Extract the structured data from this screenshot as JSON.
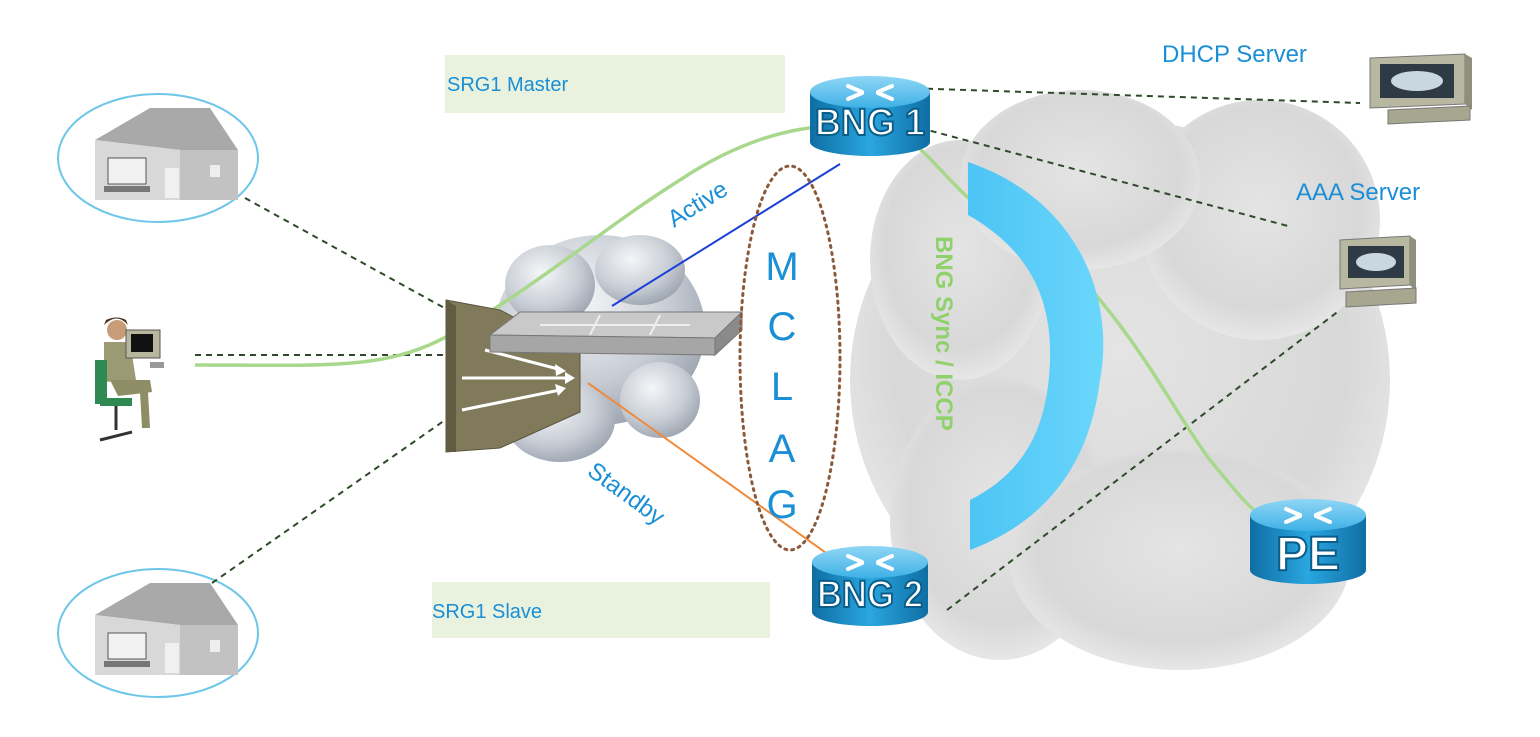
{
  "labels": {
    "srg_master": "SRG1 Master",
    "srg_slave": "SRG1 Slave",
    "dhcp_server": "DHCP Server",
    "aaa_server": "AAA Server",
    "active": "Active",
    "standby": "Standby",
    "mclag_letters": [
      "M",
      "C",
      "L",
      "A",
      "G"
    ],
    "sync": "BNG Sync / ICCP"
  },
  "routers": {
    "bng1": "BNG 1",
    "bng2": "BNG 2",
    "pe": "PE"
  },
  "colors": {
    "label_blue": "#1a8fd6",
    "sync_green": "#8fd16a",
    "band_green": "#e9f2df",
    "active_link": "#1c3fd8",
    "standby_link": "#f08a3c",
    "dashed_link": "#2f4a2a",
    "arc_fill": "#5ccdf8",
    "mclag_ring": "#8b5a3c",
    "router_blue": "#1d8fc8",
    "green_path": "#a8d88c"
  }
}
